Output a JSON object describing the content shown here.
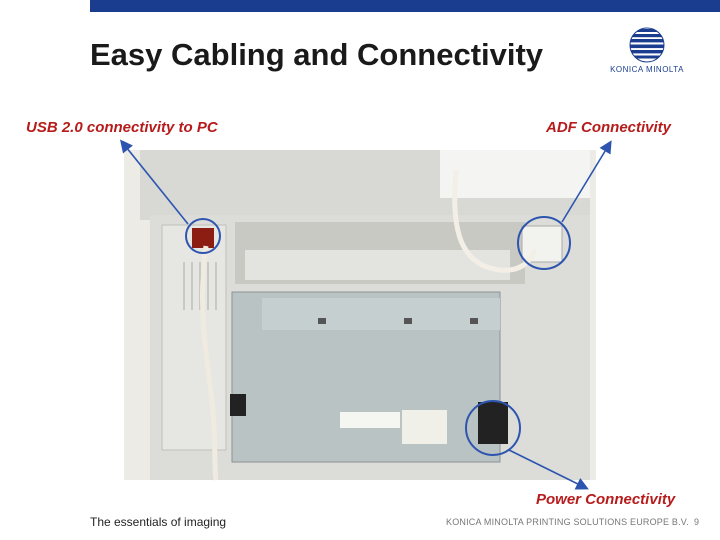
{
  "slide": {
    "title": "Easy Cabling and Connectivity",
    "logo_text": "KONICA MINOLTA",
    "labels": {
      "usb": "USB 2.0 connectivity to PC",
      "adf": "ADF Connectivity",
      "power": "Power Connectivity"
    },
    "footer": {
      "tagline": "The essentials of imaging",
      "company": "KONICA MINOLTA PRINTING SOLUTIONS EUROPE B.V.",
      "page_number": "9"
    }
  },
  "colors": {
    "brand_blue": "#1b3d8f",
    "label_red": "#b71c1c",
    "callout_blue": "#2d55b0"
  },
  "icons": [
    "konica-minolta-logo-icon"
  ]
}
